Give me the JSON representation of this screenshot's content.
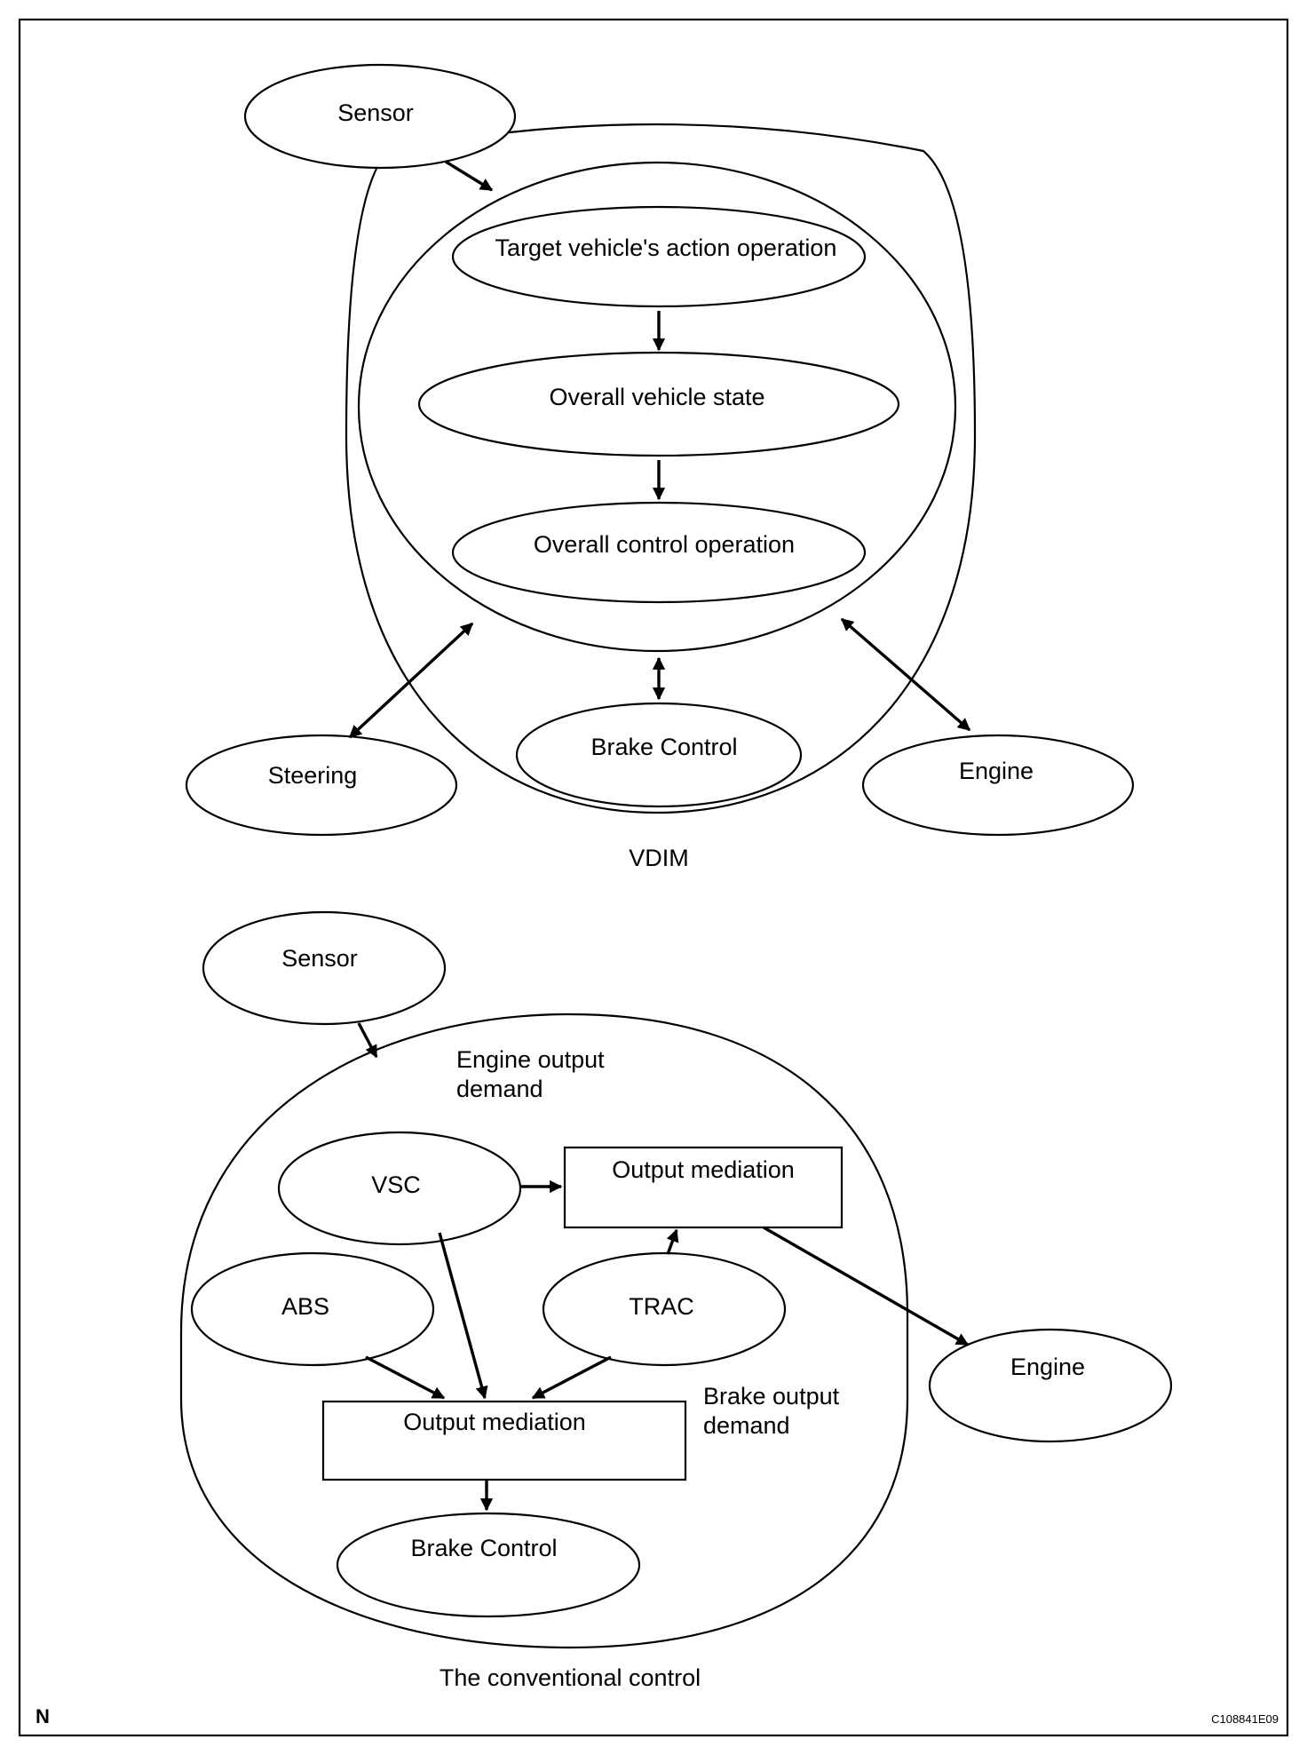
{
  "vdim": {
    "sensor": "Sensor",
    "target_action": "Target vehicle's action operation",
    "overall_state": "Overall vehicle state",
    "overall_control": "Overall control operation",
    "steering": "Steering",
    "brake_control": "Brake Control",
    "engine": "Engine",
    "caption": "VDIM"
  },
  "conventional": {
    "sensor": "Sensor",
    "engine_output_demand_line1": "Engine output",
    "engine_output_demand_line2": "demand",
    "vsc": "VSC",
    "output_mediation_top": "Output mediation",
    "abs": "ABS",
    "trac": "TRAC",
    "engine": "Engine",
    "output_mediation_bottom": "Output mediation",
    "brake_output_demand_line1": "Brake output",
    "brake_output_demand_line2": "demand",
    "brake_control": "Brake Control",
    "caption": "The conventional control"
  },
  "footer": {
    "letter": "N",
    "code": "C108841E09"
  },
  "colors": {
    "line": "#000000",
    "background": "#ffffff"
  }
}
